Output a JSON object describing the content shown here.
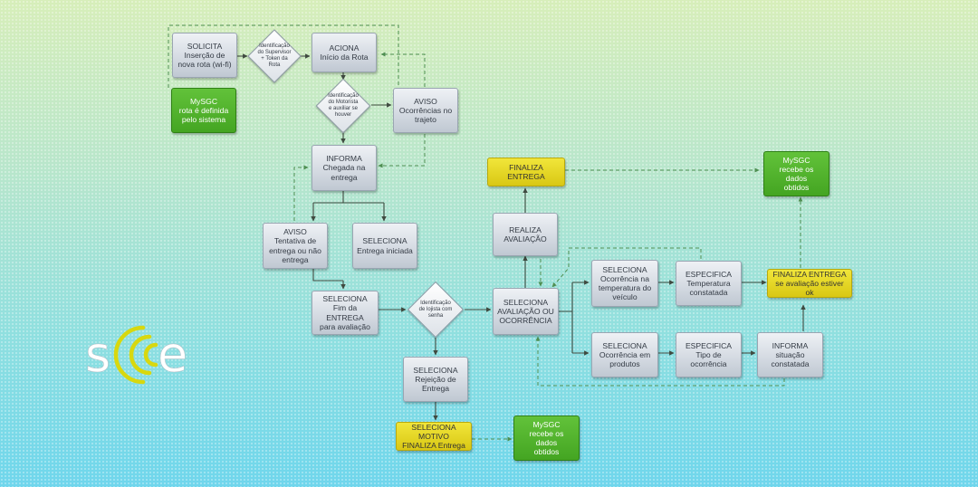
{
  "nodes": {
    "solicita": "SOLICITA\nInserção de\nnova rota (wi-fi)",
    "mysgc_rota": "MySGC\nrota é definida\npelo sistema",
    "ident_supervisor": "Identificação\ndo Supervisor\n+ Token da\nRota",
    "aciona": "ACIONA\nInício da Rota",
    "ident_motorista": "Identificação\ndo Motorista\ne auxiliar se\nhouver",
    "aviso_ocorrencias": "AVISO\nOcorrências no\ntrajeto",
    "informa_chegada": "INFORMA\nChegada na\nentrega",
    "aviso_tentativa": "AVISO\nTentativa de\nentrega ou não\nentrega",
    "seleciona_entrega": "SELECIONA\nEntrega iniciada",
    "seleciona_fim": "SELECIONA\nFim da ENTREGA\npara avaliação",
    "ident_lojista": "Identificação\nde lojista com\nsenha",
    "seleciona_rejeicao": "SELECIONA\nRejeição de\nEntrega",
    "seleciona_motivo": "SELECIONA MOTIVO\nFINALIZA Entrega",
    "mysgc_obtidos_bottom": "MySGC\nrecebe os dados\nobtidos",
    "seleciona_avaliacao": "SELECIONA\nAVALIAÇÃO OU\nOCORRÊNCIA",
    "realiza_avaliacao": "REALIZA\nAVALIAÇÃO",
    "finaliza_entrega_top": "FINALIZA ENTREGA",
    "mysgc_obtidos_top": "MySGC\nrecebe os dados\nobtidos",
    "seleciona_temp": "SELECIONA\nOcorrência na\ntemperatura do\nveículo",
    "especifica_temp": "ESPECIFICA\nTemperatura\nconstatada",
    "finaliza_ok": "FINALIZA ENTREGA\nse avaliação estiver ok",
    "seleciona_produtos": "SELECIONA\nOcorrência em\nprodutos",
    "especifica_tipo": "ESPECIFICA\nTipo de\nocorrência",
    "informa_situacao": "INFORMA\nsituação\nconstatada"
  },
  "colors": {
    "gray_box": "#d3d9e1",
    "green_box": "#4fb02a",
    "yellow_box": "#e6d624",
    "solid_line": "#3f4a40",
    "dashed_line": "#4f8f52",
    "logo_white": "#ffffff",
    "logo_yellow": "#d8d80e"
  },
  "logo": {
    "left_letter": "s",
    "right_letter": "e",
    "icon": "signal-waves-icon"
  }
}
